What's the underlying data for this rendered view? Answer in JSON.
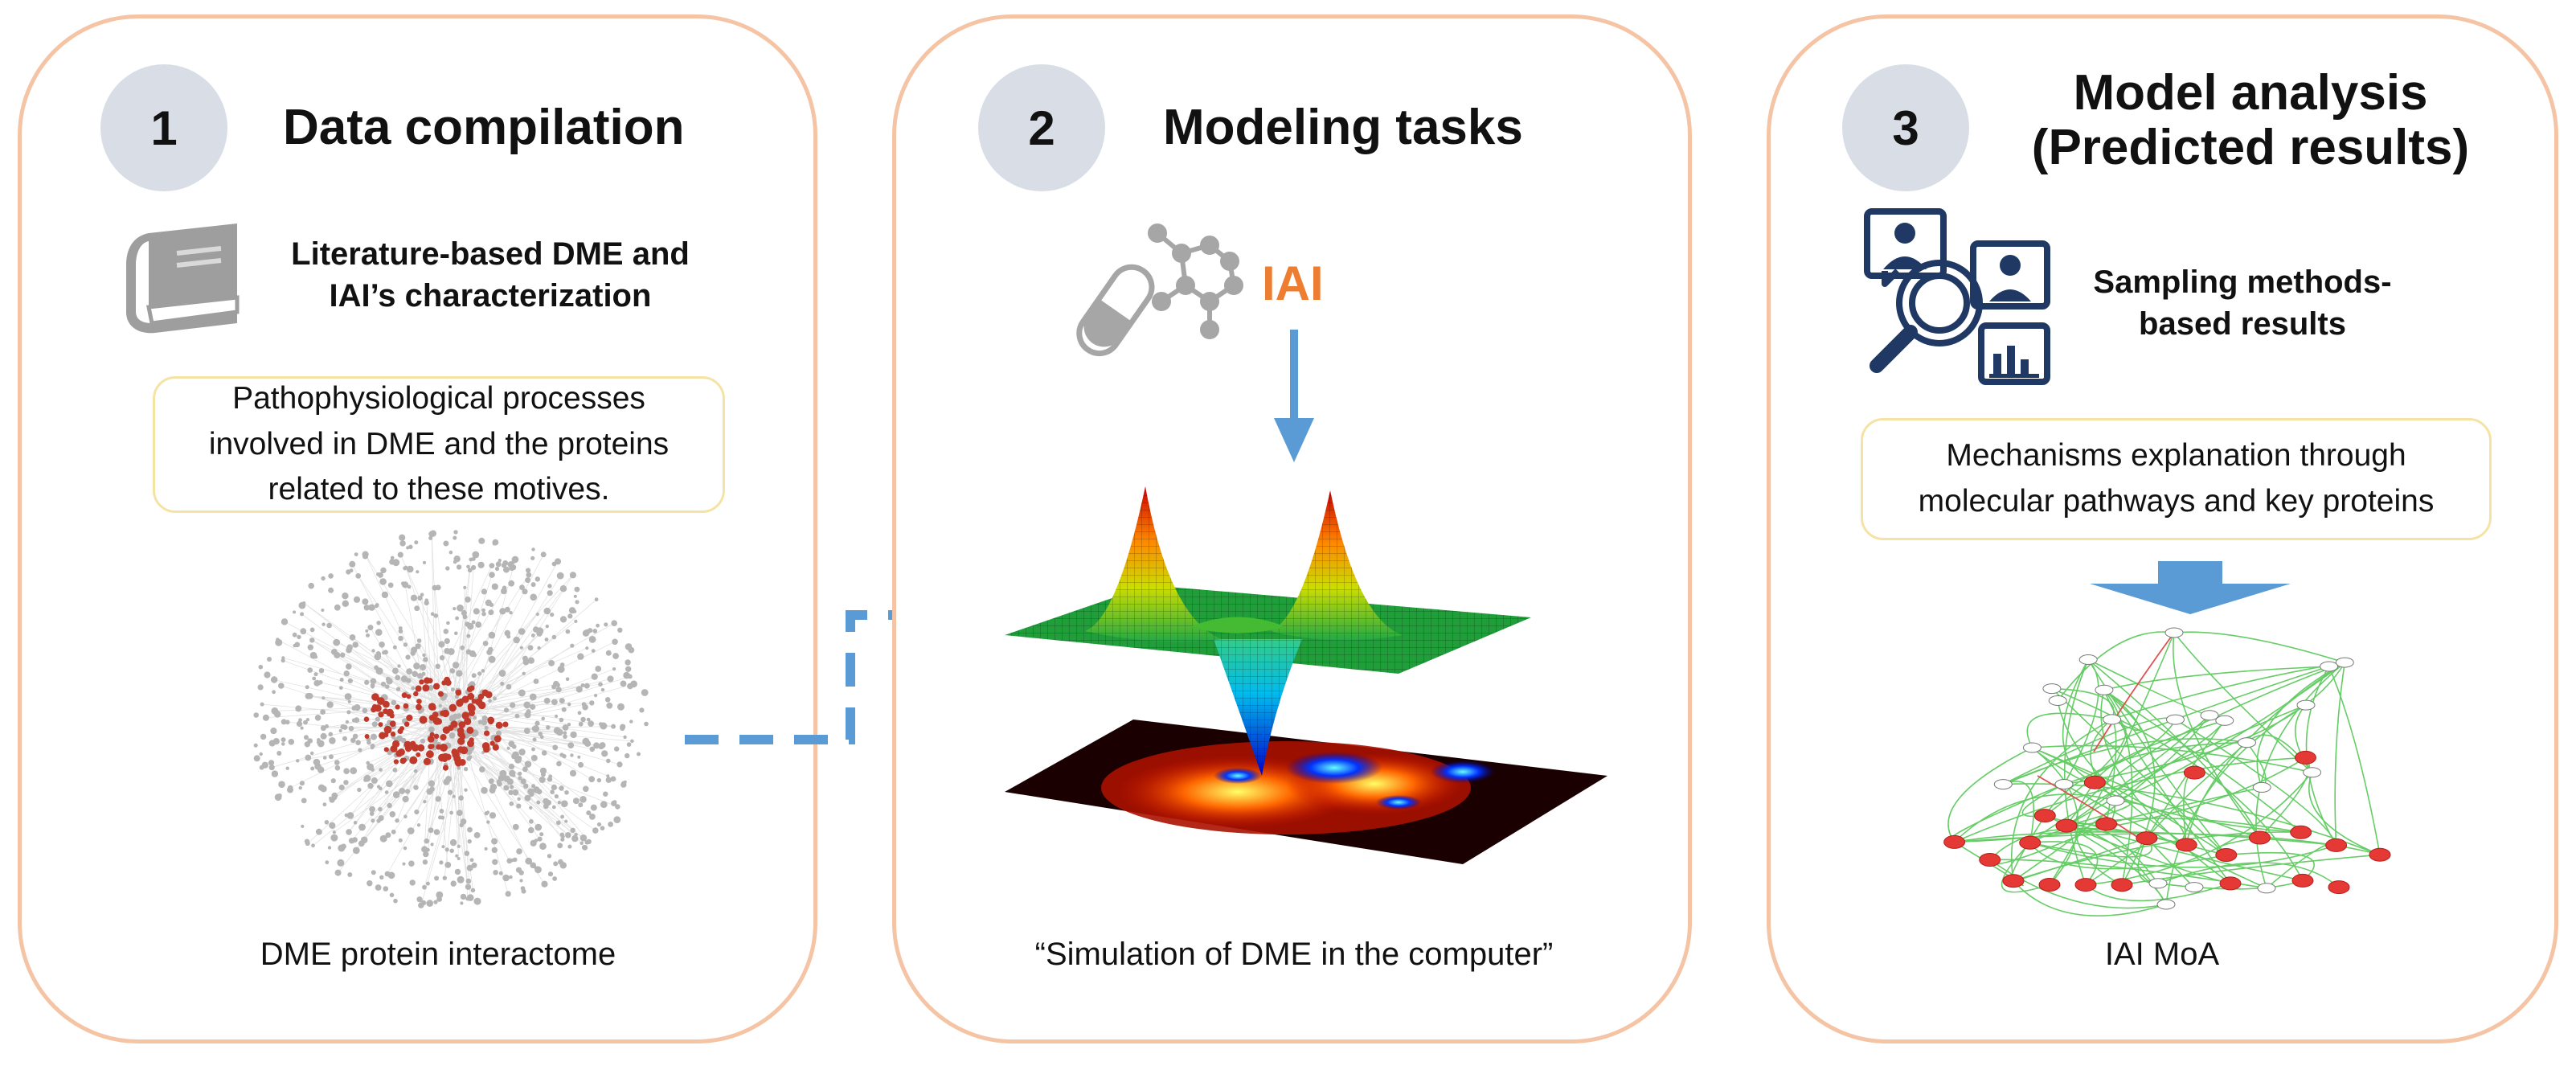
{
  "panels": [
    {
      "number": "1",
      "title": "Data compilation",
      "subtitle_line1": "Literature-based DME and",
      "subtitle_line2": "IAI’s characterization",
      "callout_line1": "Pathophysiological processes",
      "callout_line2": "involved in DME and the proteins",
      "callout_line3": "related to these motives.",
      "caption": "DME protein interactome",
      "icon": "book-icon"
    },
    {
      "number": "2",
      "title": "Modeling tasks",
      "drug_label": "IAI",
      "caption": "“Simulation of DME in the computer”",
      "icon": "pill-molecule-icon"
    },
    {
      "number": "3",
      "title_line1": "Model analysis",
      "title_line2": "(Predicted results)",
      "subtitle_line1": "Sampling methods-",
      "subtitle_line2": "based results",
      "callout_line1": "Mechanisms explanation through",
      "callout_line2": "molecular pathways and key proteins",
      "caption": "IAI MoA",
      "icon": "analysis-people-magnifier-icon"
    }
  ],
  "colors": {
    "panel_border": "#f4c4a4",
    "step_circle": "#d8dde6",
    "callout_border": "#f5e3a5",
    "accent_orange": "#ed7d31",
    "arrow_blue": "#5b9bd5",
    "icon_navy": "#1f3864",
    "network_red": "#c0392b",
    "network_gray": "#b5b5b5",
    "graph_green": "#66cc66"
  }
}
